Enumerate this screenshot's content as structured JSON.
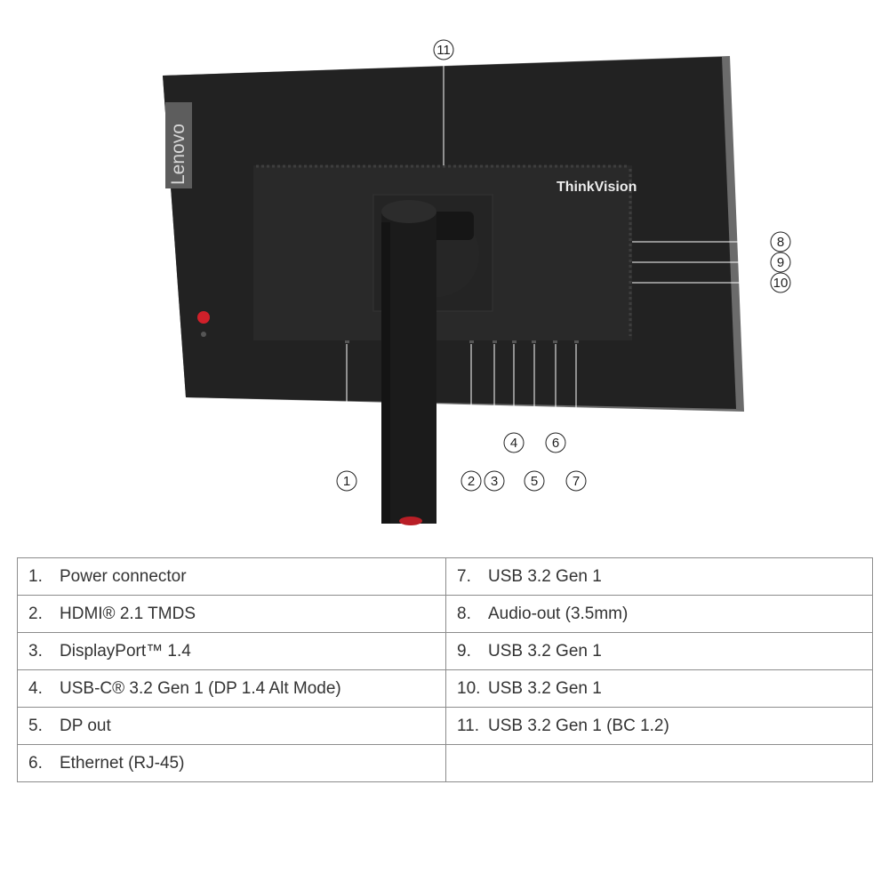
{
  "branding": {
    "side_logo": "Lenovo",
    "panel_logo": "ThinkVision"
  },
  "callouts": [
    "1",
    "2",
    "3",
    "4",
    "5",
    "6",
    "7",
    "8",
    "9",
    "10",
    "11"
  ],
  "ports": [
    {
      "num": "1.",
      "label": "Power connector"
    },
    {
      "num": "2.",
      "label": "HDMI® 2.1 TMDS"
    },
    {
      "num": "3.",
      "label": "DisplayPort™ 1.4"
    },
    {
      "num": "4.",
      "label": "USB-C® 3.2 Gen 1 (DP 1.4 Alt Mode)"
    },
    {
      "num": "5.",
      "label": "DP out"
    },
    {
      "num": "6.",
      "label": "Ethernet (RJ-45)"
    },
    {
      "num": "7.",
      "label": "USB 3.2 Gen 1"
    },
    {
      "num": "8.",
      "label": "Audio-out (3.5mm)"
    },
    {
      "num": "9.",
      "label": "USB 3.2 Gen 1"
    },
    {
      "num": "10.",
      "label": "USB 3.2 Gen 1"
    },
    {
      "num": "11.",
      "label": "USB 3.2 Gen 1 (BC 1.2)"
    }
  ],
  "colors": {
    "monitor_body": "#222222",
    "monitor_edge": "#6b6b6b",
    "panel": "#292929",
    "stand": "#1b1b1b",
    "accent_red": "#d0202a"
  }
}
